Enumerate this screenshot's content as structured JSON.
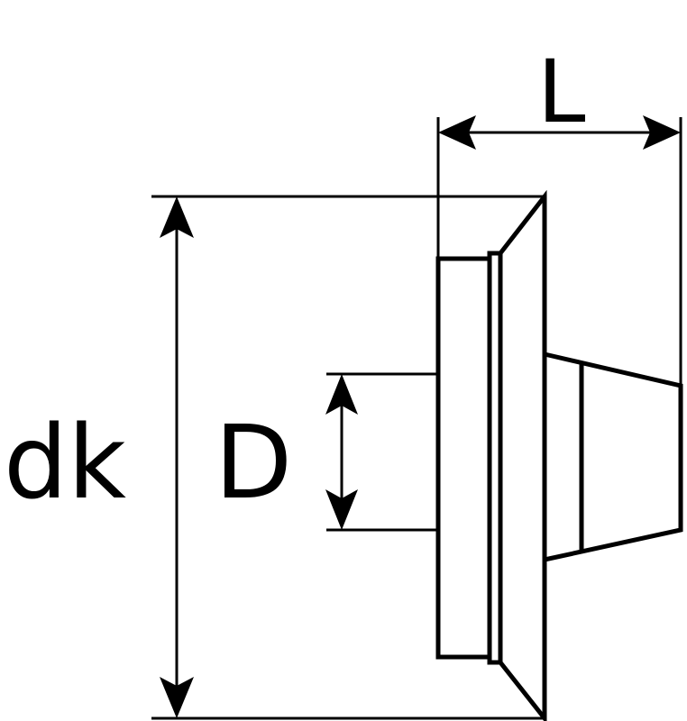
{
  "labels": {
    "length": "L",
    "outer_diameter": "dk",
    "inner_diameter": "D"
  },
  "colors": {
    "line": "#000000",
    "background": "#ffffff"
  }
}
